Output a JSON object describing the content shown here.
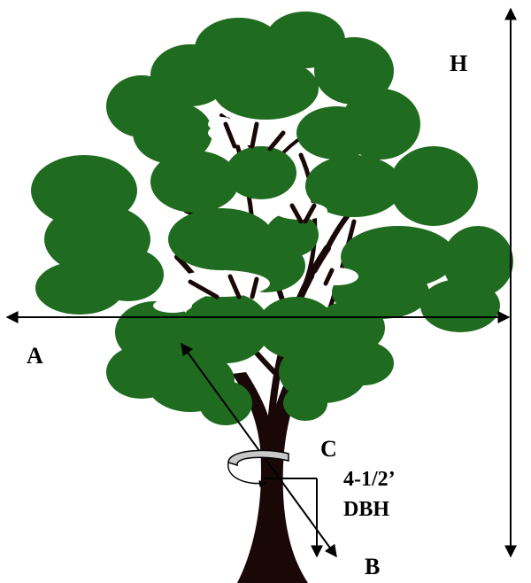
{
  "labels": {
    "height": "H",
    "crown_width": "A",
    "lean_line": "B",
    "circumference": "C",
    "measure_height": "4-1/2’",
    "dbh": "DBH"
  },
  "colors": {
    "foliage": "#1f6b1f",
    "trunk": "#1a0808",
    "arrow": "#000000",
    "tape": "#c8c8c8"
  }
}
